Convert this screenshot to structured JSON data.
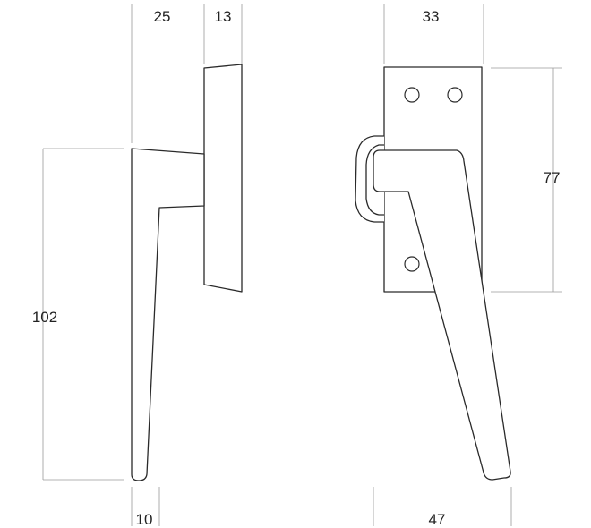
{
  "dimensions": {
    "side_top_left": "25",
    "side_top_right": "13",
    "side_height": "102",
    "side_bottom": "10",
    "front_top": "33",
    "front_right": "77",
    "front_bottom": "47"
  }
}
